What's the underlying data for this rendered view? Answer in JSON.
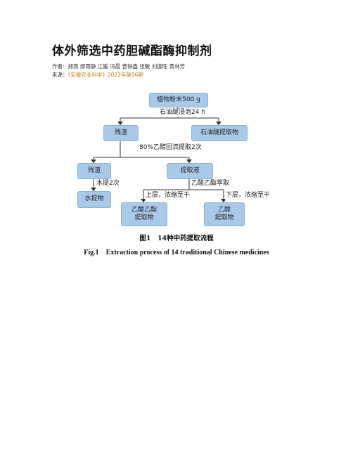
{
  "article": {
    "title": "体外筛选中药胆碱酯酶抑制剂",
    "authors_label": "作者：",
    "authors": "郑燕 缪雨静 江媛 冯晨 曾铁鑫 张敏 刘德旺 黄林芳",
    "source_label": "来源：",
    "source": "《安徽农业科学》2022年第06期"
  },
  "figure": {
    "nodes": {
      "plant_powder": "植物粉末500 g",
      "residue1": "残渣",
      "pe_extract": "石油醚提取物",
      "residue2": "残渣",
      "extract_liquid": "提取液",
      "water_extract": "水提物",
      "ea_extract": "乙酸乙酯\n提取物",
      "ethanol_extract": "乙醇\n提取物"
    },
    "edges": {
      "soak": "石油醚浸泡24 h",
      "reflux": "80%乙醇回流提取2次",
      "water": "水提2次",
      "ea_extraction": "乙酸乙酯萃取",
      "upper": "上层，浓缩至干",
      "lower": "下层，浓缩至干"
    },
    "caption_cn": "图1　14种中药提取流程",
    "caption_en": "Fig.1　Extraction process of 14 traditional Chinese medicines"
  },
  "colors": {
    "box_fill": "#a9c9e8",
    "line": "#333333"
  }
}
